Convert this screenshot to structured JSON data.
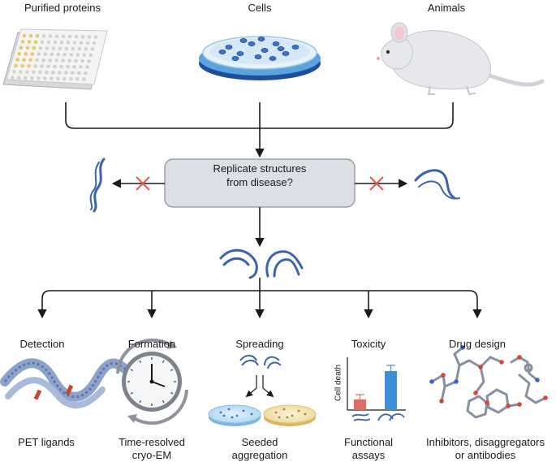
{
  "sources": {
    "proteins": "Purified proteins",
    "cells": "Cells",
    "animals": "Animals"
  },
  "question": {
    "line1": "Replicate structures",
    "line2": "from disease?"
  },
  "applications": [
    {
      "title": "Detection",
      "caption_line1": "PET ligands",
      "caption_line2": ""
    },
    {
      "title": "Formation",
      "caption_line1": "Time-resolved",
      "caption_line2": "cryo-EM"
    },
    {
      "title": "Spreading",
      "caption_line1": "Seeded",
      "caption_line2": "aggregation"
    },
    {
      "title": "Toxicity",
      "caption_line1": "Functional",
      "caption_line2": "assays"
    },
    {
      "title": "Drug design",
      "caption_line1": "Inhibitors, disaggregators",
      "caption_line2": "or antibodies"
    }
  ],
  "toxicity_chart": {
    "ylabel": "Cell death"
  },
  "colors": {
    "filament": "#3d63ad",
    "reject_cross": "#e05a4e",
    "box_fill": "#dcdfe5",
    "bar_red": "#e06a66",
    "bar_blue": "#3f8fd6"
  }
}
